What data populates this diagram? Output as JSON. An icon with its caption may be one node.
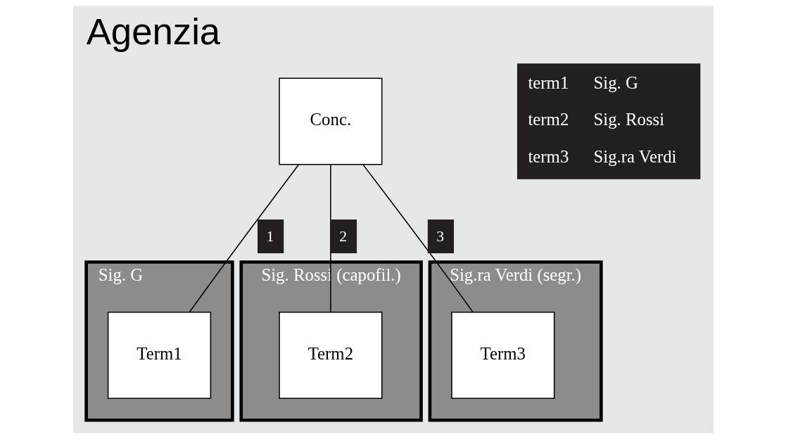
{
  "diagram": {
    "title": "Agenzia",
    "nodes": [
      {
        "text": [
          "Conc."
        ]
      },
      {
        "text": [
          "Sig. G"
        ]
      },
      {
        "text": [
          "Term1"
        ],
        "in": 1
      },
      {
        "text": [
          "Sig. Rossi (capofil.)"
        ]
      },
      {
        "text": [
          "Term2"
        ],
        "in": 3
      },
      {
        "text": [
          "Sig.ra Verdi (segr.)"
        ]
      },
      {
        "text": [
          "Term3"
        ],
        "in": 5
      }
    ],
    "edges": [
      {
        "from": 0,
        "to": 2,
        "arrow": "none",
        "label": "1"
      },
      {
        "from": 0,
        "to": 4,
        "arrow": "none",
        "label": "2"
      },
      {
        "from": 0,
        "to": 6,
        "arrow": "none",
        "label": "3"
      }
    ],
    "labels": [
      "term1",
      "Sig. G",
      "term2",
      "Sig. Rossi",
      "term3",
      "Sig.ra Verdi"
    ]
  }
}
